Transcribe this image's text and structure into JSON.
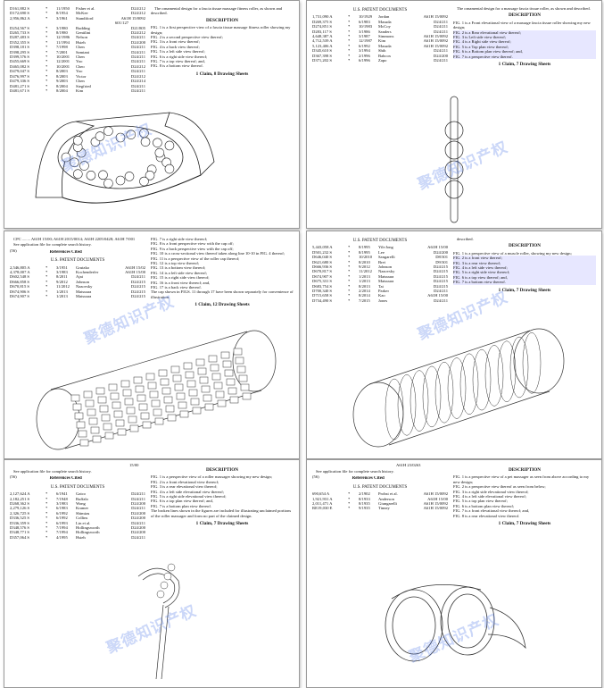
{
  "watermark": "聚德知识产权",
  "panels": [
    {
      "left_refs": [
        [
          "D161,882 S",
          "*",
          "11/1950",
          "Fisher et al.",
          "D24/212"
        ],
        [
          "D172,690 S",
          "*",
          "8/1954",
          "McKee",
          "D24/212"
        ],
        [
          "2,956,862 A",
          "*",
          "3/1961",
          "Standiford",
          "A61H 15/0092"
        ],
        [
          "D254,567 S",
          "*",
          "3/1980",
          "Rudding",
          "D21/805"
        ],
        [
          "D265,733 S",
          "*",
          "8/1980",
          "Gentilini",
          "D24/212"
        ],
        [
          "D287,483 S",
          "*",
          "12/1986",
          "Nelson",
          "D24/211"
        ],
        [
          "D352,355 S",
          "*",
          "11/1994",
          "Hsieh",
          "D24/200"
        ],
        [
          "D398,181 S",
          "*",
          "7/1998",
          "Chen",
          "D24/211"
        ],
        [
          "D398,295 S",
          "*",
          "7/2001",
          "Samtani",
          "D24/211"
        ],
        [
          "D399,576 S",
          "*",
          "10/2001",
          "Chen",
          "D24/211"
        ],
        [
          "D455,669 S",
          "*",
          "12/2001",
          "Yoo",
          "D24/211"
        ],
        [
          "D465,082 S",
          "*",
          "10/2001",
          "Cheo",
          "D24/212"
        ],
        [
          "D479,047 S",
          "*",
          "8/2003",
          "Yoo",
          "D24/211"
        ],
        [
          "D476,997 S",
          "*",
          "8/2003",
          "Victor",
          "D24/212"
        ],
        [
          "D479,336 S",
          "*",
          "9/2003",
          "Chen",
          "D24/214"
        ],
        [
          "D481,271 S",
          "*",
          "8/2004",
          "Siegfried",
          "D24/211"
        ],
        [
          "D481,671 S",
          "*",
          "8/2004",
          "Kim",
          "D24/211"
        ]
      ],
      "left_sub": "601/127",
      "intro": "The ornamental design for a fascia tissue massage fitness roller, as shown and described.",
      "desc_title": "DESCRIPTION",
      "figs": [
        "FIG. 1 is a first perspective view of a fascia tissue massage fitness roller showing my design;",
        "FIG. 2 is a second perspective view thereof;",
        "FIG. 3 is a front view thereof;",
        "FIG. 4 is a back view thereof;",
        "FIG. 5 is a left side view thereof;",
        "FIG. 6 is a right side view thereof;",
        "FIG. 7 is a top view thereof; and,",
        "FIG. 8 is a bottom view thereof."
      ],
      "claim": "1 Claim, 8 Drawing Sheets"
    },
    {
      "section": "U.S. PATENT DOCUMENTS",
      "left_refs": [
        [
          "1,731,090 A",
          "*",
          "10/1929",
          "Jordan",
          "A61H 15/0092"
        ],
        [
          "D269,375 S",
          "*",
          "6/1983",
          "Masuda",
          "D24/211"
        ],
        [
          "D274,851 S",
          "*",
          "10/1983",
          "McCoy",
          "D24/211"
        ],
        [
          "D283,117 S",
          "*",
          "3/1986",
          "Sanders",
          "D24/211"
        ],
        [
          "4,648,387 A",
          "*",
          "3/1987",
          "Simmons",
          "A61H 15/0092"
        ],
        [
          "4,712,539 A",
          "*",
          "12/1987",
          "Kim",
          "A61H 15/0092"
        ],
        [
          "5,123,406 A",
          "*",
          "6/1992",
          "Masuda",
          "A61H 15/0092"
        ],
        [
          "D345,610 S",
          "*",
          "3/1994",
          "Shih",
          "D24/211"
        ],
        [
          "D367,398 S",
          "*",
          "2/1996",
          "Babcox",
          "D24/200"
        ],
        [
          "D371,202 S",
          "*",
          "6/1996",
          "Zapo",
          "D24/211"
        ]
      ],
      "intro": "The ornamental design for a massage fascia tissue roller, as shown and described.",
      "desc_title": "DESCRIPTION",
      "figs": [
        "FIG. 1 is a Front elevational view of a massage fascia tissue roller showing my new design;",
        "FIG. 2 is a Rear elevational view thereof;",
        "FIG. 3 is Left side view thereof;",
        "FIG. 4 is a Right side view thereof;",
        "FIG. 5 is a Top plan view thereof;",
        "FIG. 6 is a Bottom plan view thereof; and,",
        "FIG. 7 is a perspective view thereof."
      ],
      "claim": "1 Claim, 7 Drawing Sheets"
    },
    {
      "cpc": "CPC ........ A61H 15/00; A61H 2015/0014; A61H 2205/0428; A61H 7/001",
      "see_app": "See application file for complete search history.",
      "num56": "(56)",
      "refs_cited": "References Cited",
      "section": "U.S. PATENT DOCUMENTS",
      "left_refs": [
        [
          "2,546,805 A",
          "*",
          "3/1951",
          "Grutzko",
          "A61H 15/02"
        ],
        [
          "4,378,007 A",
          "*",
          "3/1983",
          "Kochenderfer",
          "A61H 15/00"
        ],
        [
          "D602,548 S",
          "*",
          "8/2011",
          "Ajai",
          "D24/211"
        ],
        [
          "D666,858 S",
          "*",
          "9/2012",
          "Johnson",
          "D24/215"
        ],
        [
          "D670,815 S",
          "*",
          "11/2012",
          "Nazovsky",
          "D24/215"
        ],
        [
          "D674,906 S",
          "*",
          "1/2013",
          "Matsuura",
          "D24/215"
        ],
        [
          "D674,907 S",
          "*",
          "1/2013",
          "Matsuura",
          "D24/215"
        ]
      ],
      "figs": [
        "FIG. 7 is a right side view thereof;",
        "FIG. 8 is a front perspective view with the cap off;",
        "FIG. 9 is a back perspective view with the cap off;",
        "FIG. 10 is a cross-sectional view thereof taken along line 10-10 in FIG. 4 thereof;",
        "FIG. 11 is a perspective view of the roller cap thereof;",
        "FIG. 12 is a top view thereof;",
        "FIG. 13 is a bottom view thereof;",
        "FIG. 14 is a left side view thereof;",
        "FIG. 15 is a right side view thereof;",
        "FIG. 16 is a front view thereof; and,",
        "FIG. 17 is a back view thereof.",
        "The cap shown in FIGS. 11 through 17 have been shown separately for convenience of illustration."
      ],
      "claim": "1 Claim, 12 Drawing Sheets"
    },
    {
      "section": "U.S. PATENT DOCUMENTS",
      "left_refs": [
        [
          "5,443,058 A",
          "*",
          "8/1995",
          "Yih-Jong",
          "A61H 15/00"
        ],
        [
          "D501,232 S",
          "*",
          "8/1995",
          "Lee",
          "D24/200"
        ],
        [
          "D646,040 S",
          "*",
          "10/2010",
          "Sangarelli",
          "D8/301"
        ],
        [
          "D621,680 S",
          "*",
          "8/2010",
          "Brei",
          "D9/301"
        ],
        [
          "D666,936 S",
          "*",
          "9/2012",
          "Johnson",
          "D24/215"
        ],
        [
          "D670,817 S",
          "*",
          "11/2012",
          "Nazovsky",
          "D24/215"
        ],
        [
          "D674,907 S",
          "*",
          "1/2013",
          "Matsuura",
          "D24/215"
        ],
        [
          "D675,331 S",
          "*",
          "1/2013",
          "Matsuura",
          "D24/215"
        ],
        [
          "D683,754 S",
          "*",
          "8/2013",
          "Tai",
          "D24/215"
        ],
        [
          "D700,340 S",
          "*",
          "2/2014",
          "Parker",
          "D24/211"
        ],
        [
          "D715,658 S",
          "*",
          "8/2014",
          "Kao",
          "A61H 15/00"
        ],
        [
          "D734,490 S",
          "*",
          "7/2015",
          "Jones",
          "D24/211"
        ]
      ],
      "intro": "described.",
      "desc_title": "DESCRIPTION",
      "figs": [
        "FIG. 1 is a perspective view of a muscle roller, showing my new design;",
        "FIG. 2 is a front view thereof;",
        "FIG. 3 is a rear view thereof;",
        "FIG. 4 is a left side view thereof;",
        "FIG. 5 is a right side view thereof;",
        "FIG. 6 is a top view thereof; and,",
        "FIG. 7 is a bottom view thereof."
      ],
      "claim": "1 Claim, 7 Drawing Sheets"
    },
    {
      "top_code": "15/00",
      "see_app": "See application file for complete search history.",
      "num56": "(56)",
      "refs_cited": "References Cited",
      "section": "U.S. PATENT DOCUMENTS",
      "left_refs": [
        [
          "2,127,624 A",
          "*",
          "6/1941",
          "Gaico",
          "D24/211"
        ],
        [
          "2,182,251 S",
          "*",
          "7/1948",
          "Ruffalo",
          "D24/211"
        ],
        [
          "D268,362 S",
          "*",
          "3/1983",
          "Wong",
          "D24/200"
        ],
        [
          "2,279,126 S",
          "*",
          "6/1983",
          "Kramer",
          "D24/211"
        ],
        [
          "2,326,725 S",
          "*",
          "6/1992",
          "Shimizu",
          "D24/200"
        ],
        [
          "D336,525 S",
          "*",
          "6/1992",
          "Collins",
          "D24/200"
        ],
        [
          "D336,359 S",
          "*",
          "6/1993",
          "Lin et al.",
          "D24/211"
        ],
        [
          "D348,576 S",
          "*",
          "7/1994",
          "Hollingsworth",
          "D24/200"
        ],
        [
          "D348,771 S",
          "*",
          "7/1994",
          "Hollingsworth",
          "D24/200"
        ],
        [
          "D357,064 S",
          "*",
          "4/1995",
          "Hsieh",
          "D24/211"
        ]
      ],
      "desc_title": "DESCRIPTION",
      "figs": [
        "FIG. 1 is a perspective view of a roller massager showing my new design;",
        "FIG. 2 is a front elevational view thereof;",
        "FIG. 3 is a rear elevational view thereof;",
        "FIG. 4 is a left side elevational view thereof;",
        "FIG. 5 is a right side elevational view thereof;",
        "FIG. 6 is a top plan view thereof; and,",
        "FIG. 7 is a bottom plan view thereof.",
        "The broken lines shown in the figures are included for illustrating unclaimed portions of the roller massager and form no part of the claimed design."
      ],
      "claim": "1 Claim, 7 Drawing Sheets"
    },
    {
      "top_code": "A61H 23/0263",
      "see_app": "See application file for complete search history.",
      "num56": "(56)",
      "refs_cited": "References Cited",
      "section": "U.S. PATENT DOCUMENTS",
      "left_refs": [
        [
          "690,654 A",
          "*",
          "2/1902",
          "Probst et al.",
          "A61H 15/0092"
        ],
        [
          "1,921,931 A",
          "*",
          "8/1933",
          "Anderson",
          "A61H 15/00"
        ],
        [
          "2,011,471 A",
          "*",
          "8/1935",
          "Giungarelli",
          "A61H 15/0092"
        ],
        [
          "RE19,030 E",
          "*",
          "9/1935",
          "Tinney",
          "A61H 15/0092"
        ]
      ],
      "desc_title": "DESCRIPTION",
      "figs": [
        "FIG. 1 is a perspective view of a pet massager as seen from above according to my new design;",
        "FIG. 2 is a perspective view thereof as seen from below;",
        "FIG. 3 is a right side elevational view thereof;",
        "FIG. 4 is a left side elevational view thereof;",
        "FIG. 5 is a top plan view thereof;",
        "FIG. 6 is a bottom plan view thereof;",
        "FIG. 7 is a front elevational view thereof; and,",
        "FIG. 8 is a rear elevational view thereof."
      ],
      "claim": "1 Claim, 7 Drawing Sheets"
    }
  ]
}
